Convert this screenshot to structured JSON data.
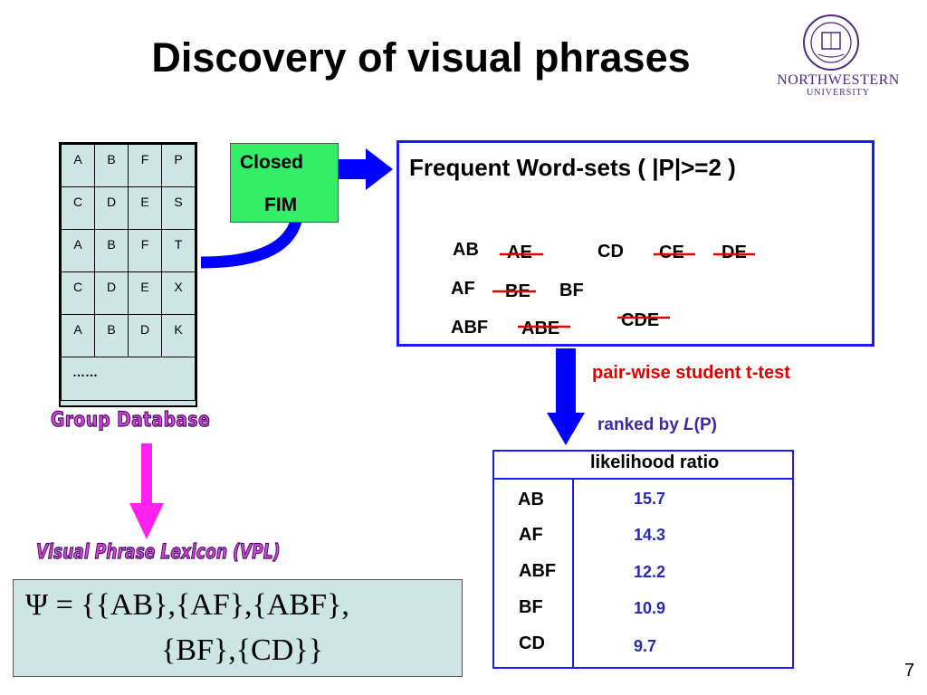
{
  "slide": {
    "title": "Discovery of visual phrases",
    "page_number": "7",
    "logo": {
      "name": "NORTHWESTERN",
      "subname": "UNIVERSITY"
    }
  },
  "group_database": {
    "rows": [
      [
        "A",
        "B",
        "F",
        "P"
      ],
      [
        "C",
        "D",
        "E",
        "S"
      ],
      [
        "A",
        "B",
        "F",
        "T"
      ],
      [
        "C",
        "D",
        "E",
        "X"
      ],
      [
        "A",
        "B",
        "D",
        "K"
      ]
    ],
    "ellipsis": "……",
    "label": "Group Database"
  },
  "fim_box": {
    "line1": "Closed",
    "line2": "FIM"
  },
  "frequent_wordsets": {
    "title": "Frequent Word-sets  ( |P|>=2 )",
    "kept": [
      "AB",
      "AF",
      "ABF",
      "CD",
      "BF"
    ],
    "struck": [
      "AE",
      "BE",
      "ABE",
      "CE",
      "DE",
      "CDE"
    ]
  },
  "ttest_label": "pair-wise student t-test",
  "ranked_label": {
    "prefix": "ranked by ",
    "italic": "L",
    "suffix": "(P)"
  },
  "likelihood_table": {
    "header": "likelihood ratio",
    "rows": [
      {
        "name": "AB",
        "value": "15.7"
      },
      {
        "name": "AF",
        "value": "14.3"
      },
      {
        "name": "ABF",
        "value": "12.2"
      },
      {
        "name": "BF",
        "value": "10.9"
      },
      {
        "name": "CD",
        "value": "9.7"
      }
    ]
  },
  "vpl_label": "Visual Phrase Lexicon (VPL)",
  "formula": {
    "line1": "Ψ = {{AB},{AF},{ABF},",
    "line2": "{BF},{CD}}"
  },
  "colors": {
    "arrow_blue": "#0000ff",
    "arrow_magenta": "#ff22ee",
    "strike_red": "#dd0000",
    "table_fill": "#cde6e3",
    "fim_fill": "#33ee66"
  }
}
